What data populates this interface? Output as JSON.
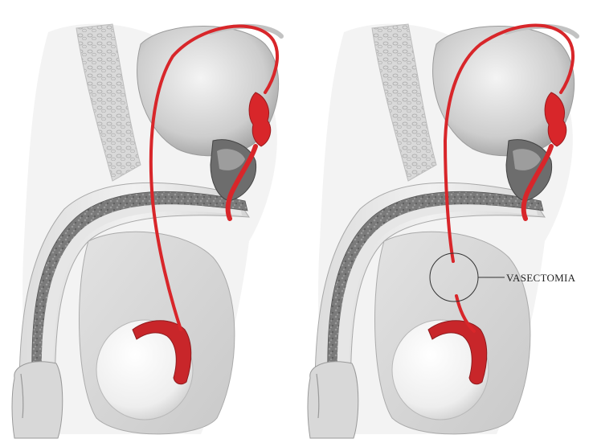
{
  "annotation": {
    "label": "VASECTOMIA"
  },
  "panels": [
    {
      "name": "anatomy-normal"
    },
    {
      "name": "anatomy-vasectomy"
    }
  ],
  "colors": {
    "vas_deferens": "#d8262a",
    "tissue_light": "#ececec",
    "tissue_mid": "#cfcfcf",
    "tissue_dark": "#8d8d8d",
    "spongy": "#6f6f6f",
    "callout_line": "#333333"
  }
}
